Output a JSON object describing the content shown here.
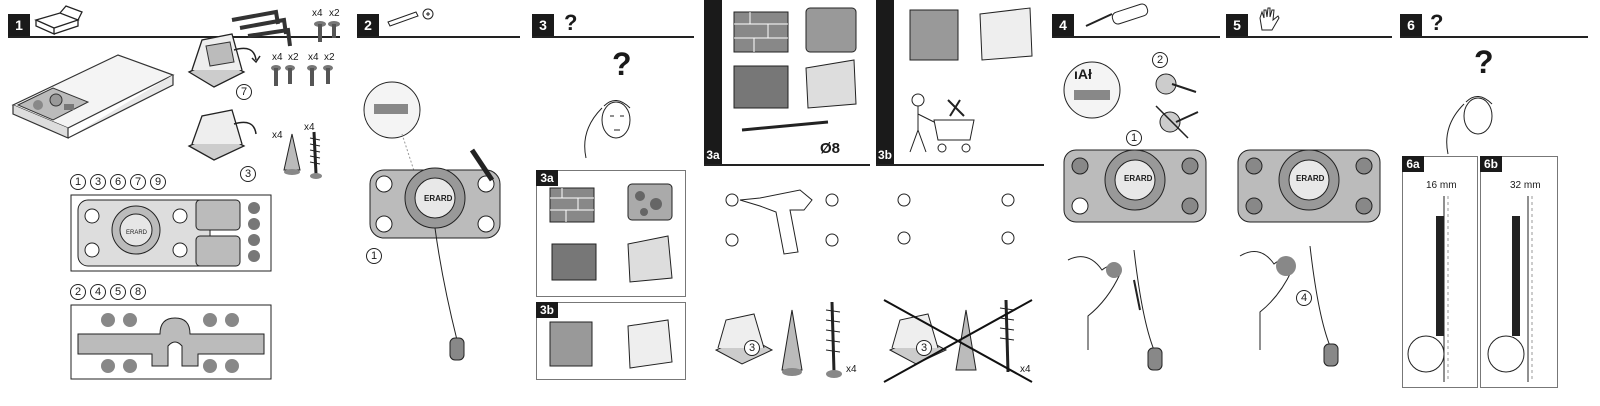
{
  "steps": [
    {
      "num": "1"
    },
    {
      "num": "2"
    },
    {
      "num": "3",
      "mark": "?"
    },
    {
      "num": "4"
    },
    {
      "num": "5"
    },
    {
      "num": "6",
      "mark": "?"
    }
  ],
  "step1": {
    "qty_x4_a": "x4",
    "qty_x2_a": "x2",
    "qty_x4_b": "x4",
    "qty_x2_b": "x2",
    "qty_x4_c": "x4",
    "qty_x2_c": "x2",
    "qty_x4_d": "x4",
    "qty_x4_e": "x4",
    "circle_7": "7",
    "circle_3": "3",
    "group_top": [
      "1",
      "3",
      "6",
      "7",
      "9"
    ],
    "group_bottom": [
      "2",
      "4",
      "5",
      "8"
    ]
  },
  "step2": {
    "brand": "ERARD",
    "circle_1": "1"
  },
  "step3": {
    "mark": "?",
    "sub_a": "3a",
    "sub_b": "3b"
  },
  "step3a": {
    "side_label": "3a",
    "drill_size": "Ø8",
    "circle_3": "3",
    "qty": "x4"
  },
  "step3b": {
    "side_label": "3b",
    "circle_3": "3",
    "qty": "x4"
  },
  "step4": {
    "brand": "ERARD",
    "circle_2": "2",
    "circle_1": "1",
    "level_text": "ıAł"
  },
  "step5": {
    "brand": "ERARD",
    "circle_4": "4"
  },
  "step6": {
    "mark": "?",
    "sub_a": "6a",
    "sub_b": "6b",
    "dist_a": "16 mm",
    "dist_b": "32 mm"
  },
  "icons": [
    "box-icon",
    "screwdriver-icon",
    "hand-icon",
    "drill-icon",
    "level-icon",
    "cart-icon",
    "wall-brick-icon",
    "wall-stone-icon",
    "wall-wood-icon",
    "wall-plaster-icon"
  ]
}
